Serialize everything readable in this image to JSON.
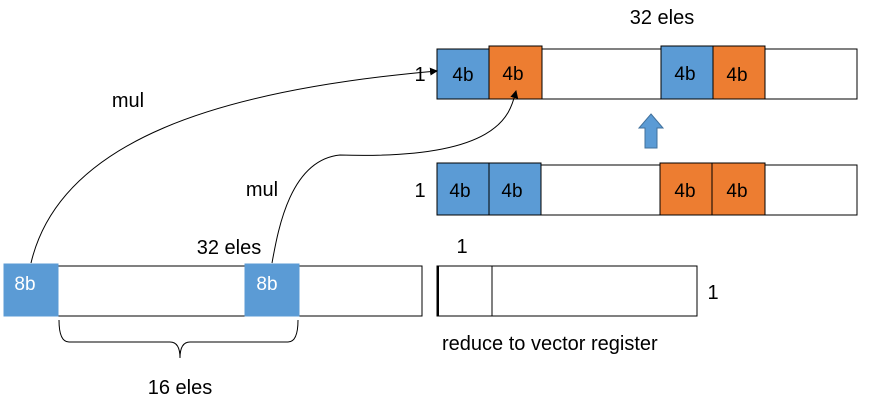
{
  "colors": {
    "blue": "#5b9bd5",
    "orange": "#ed7d31",
    "arrow": "#5b9bd5",
    "stroke": "#000000"
  },
  "top_vector": {
    "count_label": "32 eles",
    "row_label": "1",
    "cells": [
      "4b",
      "4b",
      "4b",
      "4b"
    ]
  },
  "middle_vector": {
    "row_label": "1",
    "cells": [
      "4b",
      "4b",
      "4b",
      "4b"
    ]
  },
  "bottom_vector": {
    "count_label": "32 eles",
    "cells": [
      "8b",
      "8b"
    ],
    "span_label": "16 eles"
  },
  "result_vector": {
    "col_label": "1",
    "row_label": "1",
    "caption": "reduce to vector register"
  },
  "arrows": {
    "mul_left": "mul",
    "mul_right": "mul"
  },
  "up_arrow_icon": "block-arrow-up-icon"
}
